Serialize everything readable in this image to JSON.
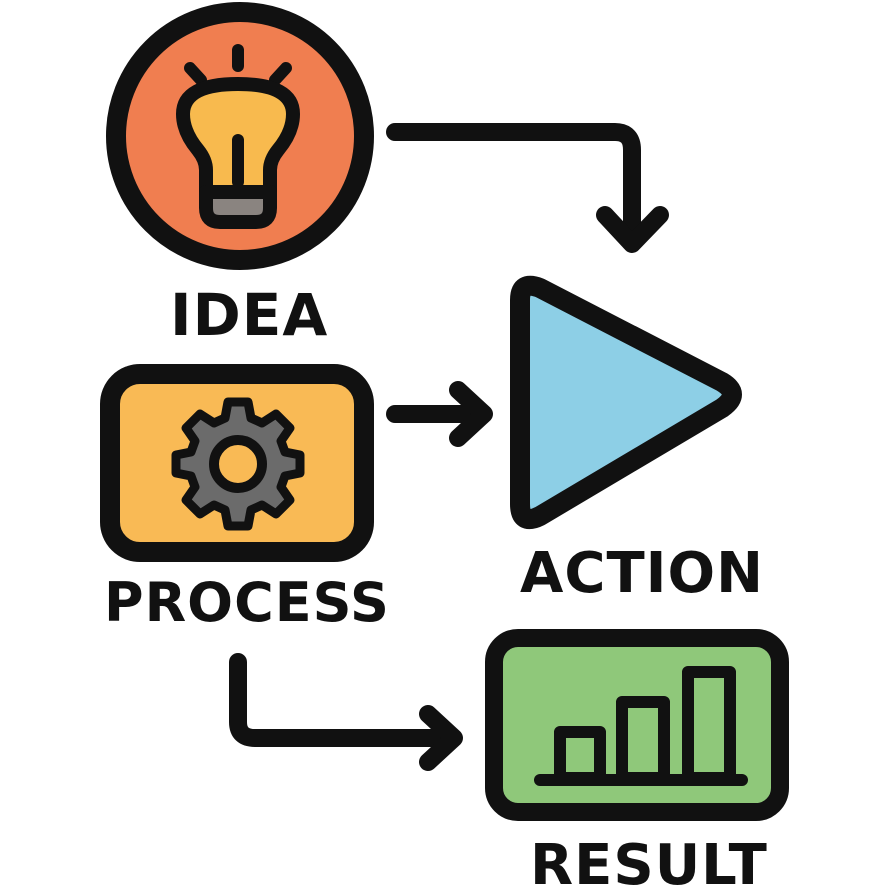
{
  "nodes": {
    "idea": {
      "label": "IDEA",
      "icon": "lightbulb-icon",
      "fill": "#F07E50",
      "shape": "circle"
    },
    "process": {
      "label": "PROCESS",
      "icon": "gear-icon",
      "fill": "#F9BA55",
      "shape": "rounded-rectangle"
    },
    "action": {
      "label": "ACTION",
      "icon": "play-triangle-icon",
      "fill": "#8DCFE6",
      "shape": "triangle"
    },
    "result": {
      "label": "RESULT",
      "icon": "bar-chart-icon",
      "fill": "#8FC87A",
      "shape": "rounded-rectangle"
    }
  },
  "edges": [
    {
      "from": "idea",
      "to": "action"
    },
    {
      "from": "process",
      "to": "action"
    },
    {
      "from": "process",
      "to": "result"
    }
  ],
  "colors": {
    "outline": "#111111",
    "gear": "#6B6B6B",
    "bulb_base": "#8A8480"
  }
}
